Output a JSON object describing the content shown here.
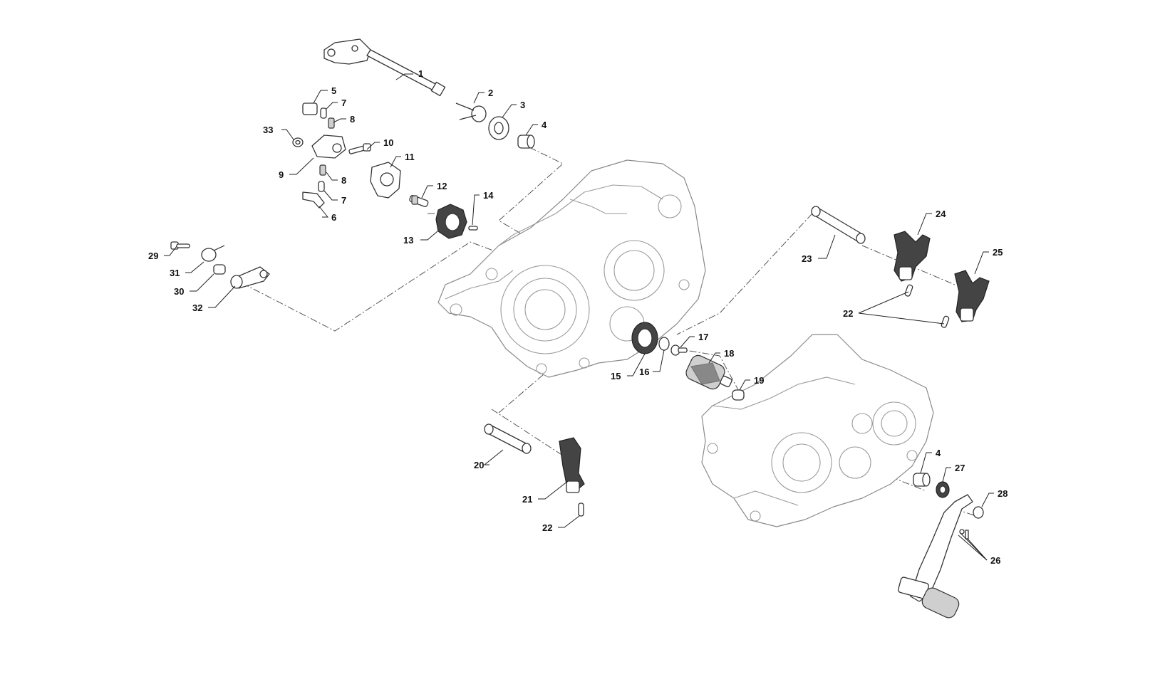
{
  "labels": {
    "p1": "1",
    "p2": "2",
    "p3": "3",
    "p4a": "4",
    "p4b": "4",
    "p5": "5",
    "p6": "6",
    "p7a": "7",
    "p7b": "7",
    "p8a": "8",
    "p8b": "8",
    "p9": "9",
    "p10": "10",
    "p11": "11",
    "p12": "12",
    "p13": "13",
    "p14": "14",
    "p15": "15",
    "p16": "16",
    "p17": "17",
    "p18": "18",
    "p19": "19",
    "p20": "20",
    "p21": "21",
    "p22a": "22",
    "p22b": "22",
    "p23": "23",
    "p24": "24",
    "p25": "25",
    "p26": "26",
    "p27": "27",
    "p28": "28",
    "p29": "29",
    "p30": "30",
    "p31": "31",
    "p32": "32",
    "p33": "33"
  },
  "colors": {
    "outline": "#333333",
    "crankcase": "#8a8a8a",
    "shaded": "#444444",
    "background": "#ffffff"
  }
}
